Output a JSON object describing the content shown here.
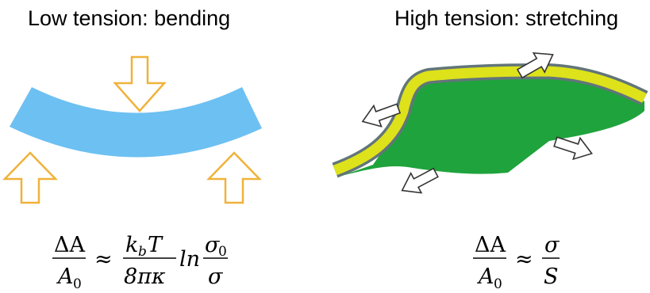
{
  "left_panel": {
    "title": "Low tension: bending",
    "formula": {
      "lhs_num": "ΔA",
      "lhs_den_base": "A",
      "lhs_den_sub": "0",
      "approx": "≈",
      "coef_num_k": "k",
      "coef_num_sub": "b",
      "coef_num_T": "T",
      "coef_den": "8πκ",
      "ln": "ln",
      "ratio_num_base": "σ",
      "ratio_num_sub": "0",
      "ratio_den": "σ"
    },
    "colors": {
      "membrane": "#6DC0F2",
      "arrows": "#F0B23A"
    }
  },
  "right_panel": {
    "title": "High tension: stretching",
    "formula": {
      "lhs_num": "ΔA",
      "lhs_den_base": "A",
      "lhs_den_sub": "0",
      "approx": "≈",
      "rhs_num": "σ",
      "rhs_den": "S"
    },
    "colors": {
      "sheet": "#1FA33C",
      "edge_band": "#DDE21A",
      "outline": "#62757A",
      "arrows": "#FFFFFF"
    }
  }
}
